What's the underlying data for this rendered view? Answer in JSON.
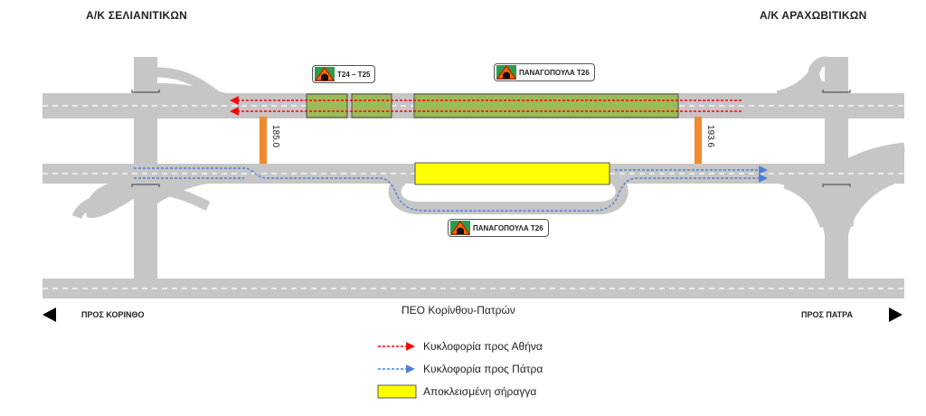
{
  "headers": {
    "left_interchange": "Α/Κ ΣΕΛΙΑΝΙΤΙΚΩΝ",
    "right_interchange": "Α/Κ ΑΡΑΧΩΒΙΤΙΚΩΝ"
  },
  "directions": {
    "left": "ΠΡΟΣ ΚΟΡΙΝΘΟ",
    "right": "ΠΡΟΣ ΠΑΤΡΑ"
  },
  "road_name": "ΠΕΟ Κορίνθου-Πατρών",
  "tunnels": {
    "t24_t25": "Τ24 – Τ25",
    "panagopoula_top": "ΠΑΝΑΓΟΠΟΥΛΑ Τ26",
    "panagopoula_bottom": "ΠΑΝΑΓΟΠΟΥΛΑ Τ26"
  },
  "chainages": {
    "left": "185.0",
    "right": "193.6"
  },
  "legend": {
    "athens": "Κυκλοφορία προς Αθήνα",
    "patra": "Κυκλοφορία προς Πάτρα",
    "closed": "Αποκλεισμένη σήραγγα"
  },
  "colors": {
    "road": "#c6c6c6",
    "lane_marking": "#ffffff",
    "tunnel_open": "#9bbb59",
    "tunnel_closed": "#ffff00",
    "athens_traffic": "#ff0000",
    "patra_traffic": "#4a7fd6",
    "chainage_post": "#f08a30"
  }
}
